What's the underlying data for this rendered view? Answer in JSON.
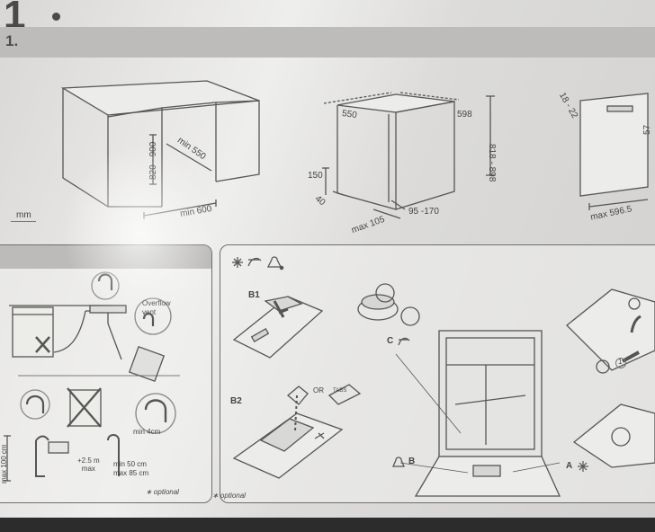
{
  "section": {
    "big_number": "1",
    "step_number": "1."
  },
  "unit_label": "mm",
  "dimensions": {
    "cabinet_height": "820 - 900",
    "cabinet_depth": "min 550",
    "cabinet_width": "min 600",
    "machine_depth": "550",
    "machine_width": "598",
    "machine_height": "818 - 898",
    "foot_height": "150",
    "foot_offset": "40",
    "plinth_range": "95 -170",
    "plinth_depth": "max 105",
    "door_gap": "18 - 22",
    "door_width": "max 596.5",
    "door_side": "57"
  },
  "installation": {
    "overflow_label": "Overflow\nvent",
    "max_height": "max 100 cm",
    "above_trap": "+2.5 m\nmax",
    "min_height": "min 50 cm\nmax 85 cm",
    "clearance": "min 4cm",
    "optional_note": "∗ optional"
  },
  "loading": {
    "b1": "B1",
    "b2": "B2",
    "or": "OR",
    "tabs": "TABS",
    "c_label": "C",
    "a_label": "A",
    "b_label": "B",
    "circled_one": "1",
    "optional_note": "∗ optional"
  }
}
